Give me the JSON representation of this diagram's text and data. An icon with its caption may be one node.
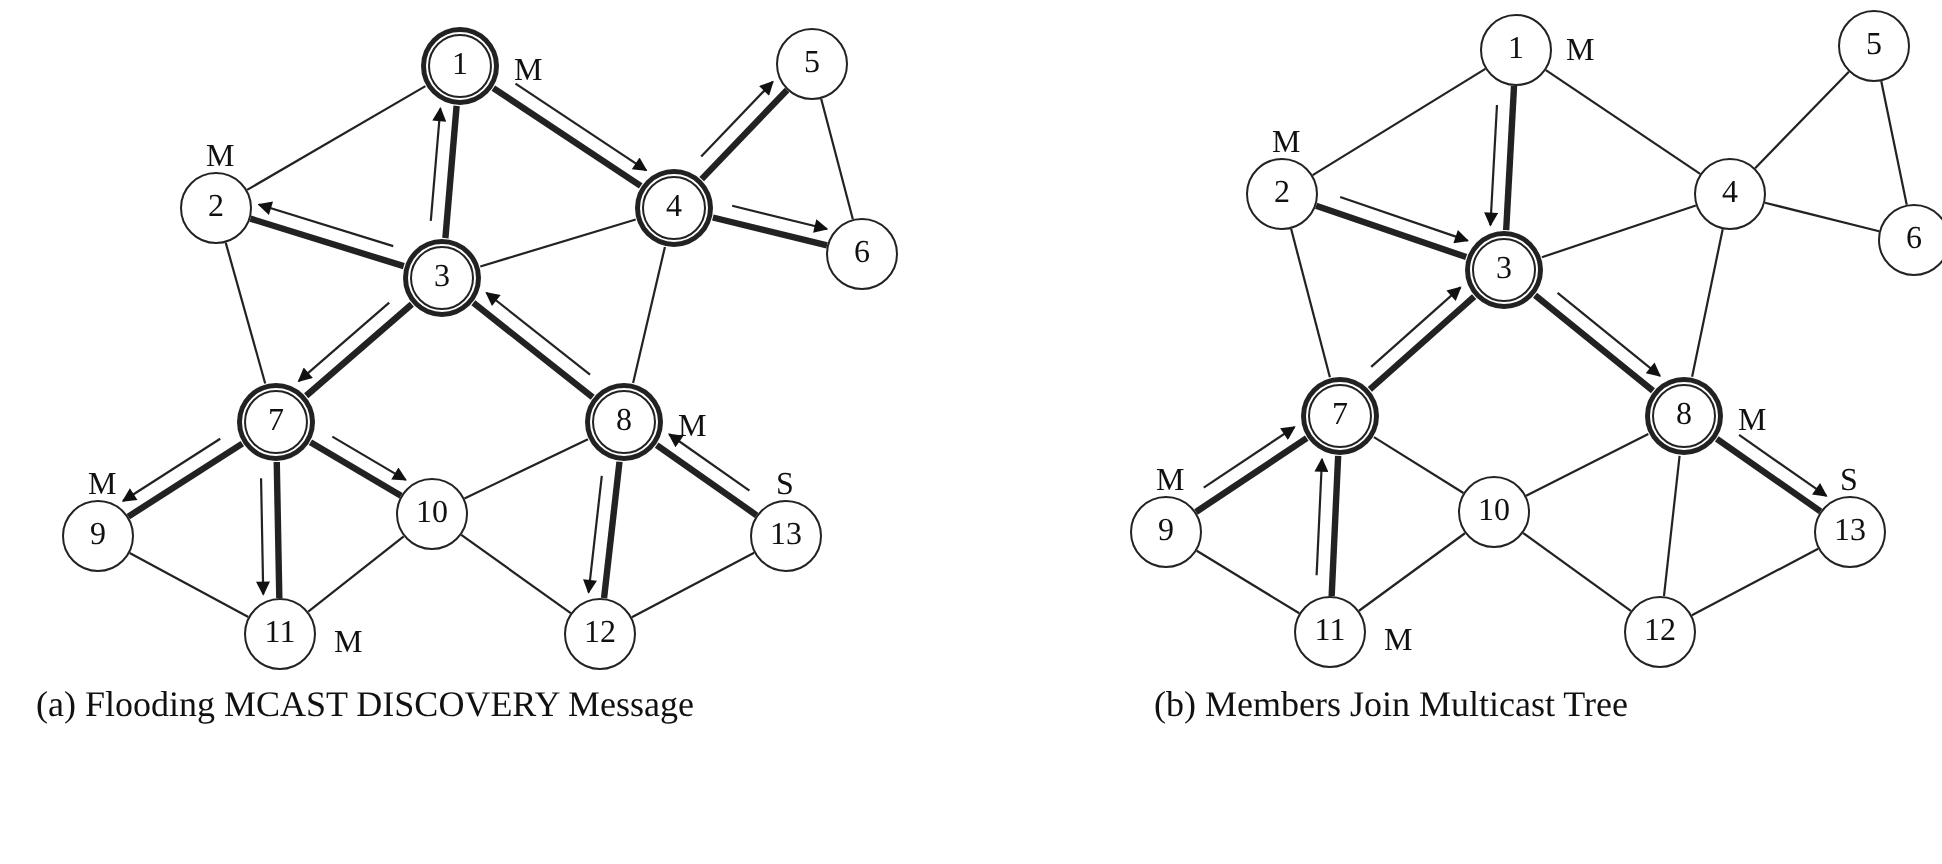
{
  "diagram": {
    "nodes": [
      {
        "text": [
          "1"
        ],
        "beside": [
          "M"
        ]
      },
      {
        "text": [
          "2"
        ],
        "beside": [
          "M"
        ]
      },
      {
        "text": [
          "3"
        ]
      },
      {
        "text": [
          "4"
        ]
      },
      {
        "text": [
          "5"
        ]
      },
      {
        "text": [
          "6"
        ]
      },
      {
        "text": [
          "7"
        ]
      },
      {
        "text": [
          "8"
        ],
        "beside": [
          "M"
        ]
      },
      {
        "text": [
          "9"
        ],
        "beside": [
          "M"
        ]
      },
      {
        "text": [
          "10"
        ]
      },
      {
        "text": [
          "11"
        ],
        "beside": [
          "M"
        ]
      },
      {
        "text": [
          "12"
        ]
      },
      {
        "text": [
          "13"
        ],
        "beside": [
          "S"
        ]
      },
      {
        "text": [
          "1"
        ],
        "beside": [
          "M"
        ]
      },
      {
        "text": [
          "2"
        ],
        "beside": [
          "M"
        ]
      },
      {
        "text": [
          "3"
        ]
      },
      {
        "text": [
          "4"
        ]
      },
      {
        "text": [
          "5"
        ]
      },
      {
        "text": [
          "6"
        ]
      },
      {
        "text": [
          "7"
        ]
      },
      {
        "text": [
          "8"
        ],
        "beside": [
          "M"
        ]
      },
      {
        "text": [
          "9"
        ],
        "beside": [
          "M"
        ]
      },
      {
        "text": [
          "10"
        ]
      },
      {
        "text": [
          "11"
        ],
        "beside": [
          "M"
        ]
      },
      {
        "text": [
          "12"
        ]
      },
      {
        "text": [
          "13"
        ],
        "beside": [
          "S"
        ]
      }
    ],
    "edges": [
      {
        "from": 0,
        "to": 1,
        "arrow": "none"
      },
      {
        "from": 2,
        "to": 0,
        "arrow": "none",
        "style": "thick"
      },
      {
        "from": 2,
        "to": 0,
        "arrow": "to"
      },
      {
        "from": 0,
        "to": 3,
        "arrow": "none",
        "style": "thick"
      },
      {
        "from": 0,
        "to": 3,
        "arrow": "to"
      },
      {
        "from": 2,
        "to": 1,
        "arrow": "none",
        "style": "thick"
      },
      {
        "from": 2,
        "to": 1,
        "arrow": "to"
      },
      {
        "from": 1,
        "to": 6,
        "arrow": "none"
      },
      {
        "from": 2,
        "to": 3,
        "arrow": "none"
      },
      {
        "from": 2,
        "to": 6,
        "arrow": "none",
        "style": "thick"
      },
      {
        "from": 2,
        "to": 6,
        "arrow": "to"
      },
      {
        "from": 7,
        "to": 2,
        "arrow": "none",
        "style": "thick"
      },
      {
        "from": 7,
        "to": 2,
        "arrow": "to"
      },
      {
        "from": 3,
        "to": 4,
        "arrow": "none",
        "style": "thick"
      },
      {
        "from": 3,
        "to": 4,
        "arrow": "to"
      },
      {
        "from": 3,
        "to": 5,
        "arrow": "none",
        "style": "thick"
      },
      {
        "from": 3,
        "to": 5,
        "arrow": "to"
      },
      {
        "from": 3,
        "to": 7,
        "arrow": "none"
      },
      {
        "from": 4,
        "to": 5,
        "arrow": "none"
      },
      {
        "from": 6,
        "to": 8,
        "arrow": "none",
        "style": "thick"
      },
      {
        "from": 6,
        "to": 8,
        "arrow": "to"
      },
      {
        "from": 6,
        "to": 9,
        "arrow": "none",
        "style": "thick"
      },
      {
        "from": 6,
        "to": 9,
        "arrow": "to"
      },
      {
        "from": 6,
        "to": 10,
        "arrow": "none",
        "style": "thick"
      },
      {
        "from": 6,
        "to": 10,
        "arrow": "to"
      },
      {
        "from": 7,
        "to": 9,
        "arrow": "none"
      },
      {
        "from": 7,
        "to": 11,
        "arrow": "none",
        "style": "thick"
      },
      {
        "from": 7,
        "to": 11,
        "arrow": "to"
      },
      {
        "from": 12,
        "to": 7,
        "arrow": "none",
        "style": "thick"
      },
      {
        "from": 12,
        "to": 7,
        "arrow": "to"
      },
      {
        "from": 8,
        "to": 10,
        "arrow": "none"
      },
      {
        "from": 9,
        "to": 10,
        "arrow": "none"
      },
      {
        "from": 9,
        "to": 11,
        "arrow": "none"
      },
      {
        "from": 11,
        "to": 12,
        "arrow": "none"
      },
      {
        "from": 13,
        "to": 14,
        "arrow": "none"
      },
      {
        "from": 13,
        "to": 15,
        "arrow": "none",
        "style": "thick"
      },
      {
        "from": 13,
        "to": 15,
        "arrow": "to"
      },
      {
        "from": 13,
        "to": 16,
        "arrow": "none"
      },
      {
        "from": 14,
        "to": 15,
        "arrow": "none",
        "style": "thick"
      },
      {
        "from": 14,
        "to": 15,
        "arrow": "to"
      },
      {
        "from": 14,
        "to": 19,
        "arrow": "none"
      },
      {
        "from": 15,
        "to": 16,
        "arrow": "none"
      },
      {
        "from": 19,
        "to": 15,
        "arrow": "none",
        "style": "thick"
      },
      {
        "from": 19,
        "to": 15,
        "arrow": "to"
      },
      {
        "from": 15,
        "to": 20,
        "arrow": "none",
        "style": "thick"
      },
      {
        "from": 15,
        "to": 20,
        "arrow": "to"
      },
      {
        "from": 16,
        "to": 17,
        "arrow": "none"
      },
      {
        "from": 16,
        "to": 18,
        "arrow": "none"
      },
      {
        "from": 16,
        "to": 20,
        "arrow": "none"
      },
      {
        "from": 17,
        "to": 18,
        "arrow": "none"
      },
      {
        "from": 21,
        "to": 19,
        "arrow": "none",
        "style": "thick"
      },
      {
        "from": 21,
        "to": 19,
        "arrow": "to"
      },
      {
        "from": 19,
        "to": 22,
        "arrow": "none"
      },
      {
        "from": 23,
        "to": 19,
        "arrow": "none",
        "style": "thick"
      },
      {
        "from": 23,
        "to": 19,
        "arrow": "to"
      },
      {
        "from": 20,
        "to": 22,
        "arrow": "none"
      },
      {
        "from": 20,
        "to": 24,
        "arrow": "none"
      },
      {
        "from": 20,
        "to": 25,
        "arrow": "none",
        "style": "thick"
      },
      {
        "from": 20,
        "to": 25,
        "arrow": "to"
      },
      {
        "from": 21,
        "to": 23,
        "arrow": "none"
      },
      {
        "from": 22,
        "to": 23,
        "arrow": "none"
      },
      {
        "from": 22,
        "to": 24,
        "arrow": "none"
      },
      {
        "from": 24,
        "to": 25,
        "arrow": "none"
      }
    ],
    "labels": [
      "(a) Flooding MCAST DISCOVERY Message",
      "(b) Members Join Multicast Tree"
    ]
  }
}
